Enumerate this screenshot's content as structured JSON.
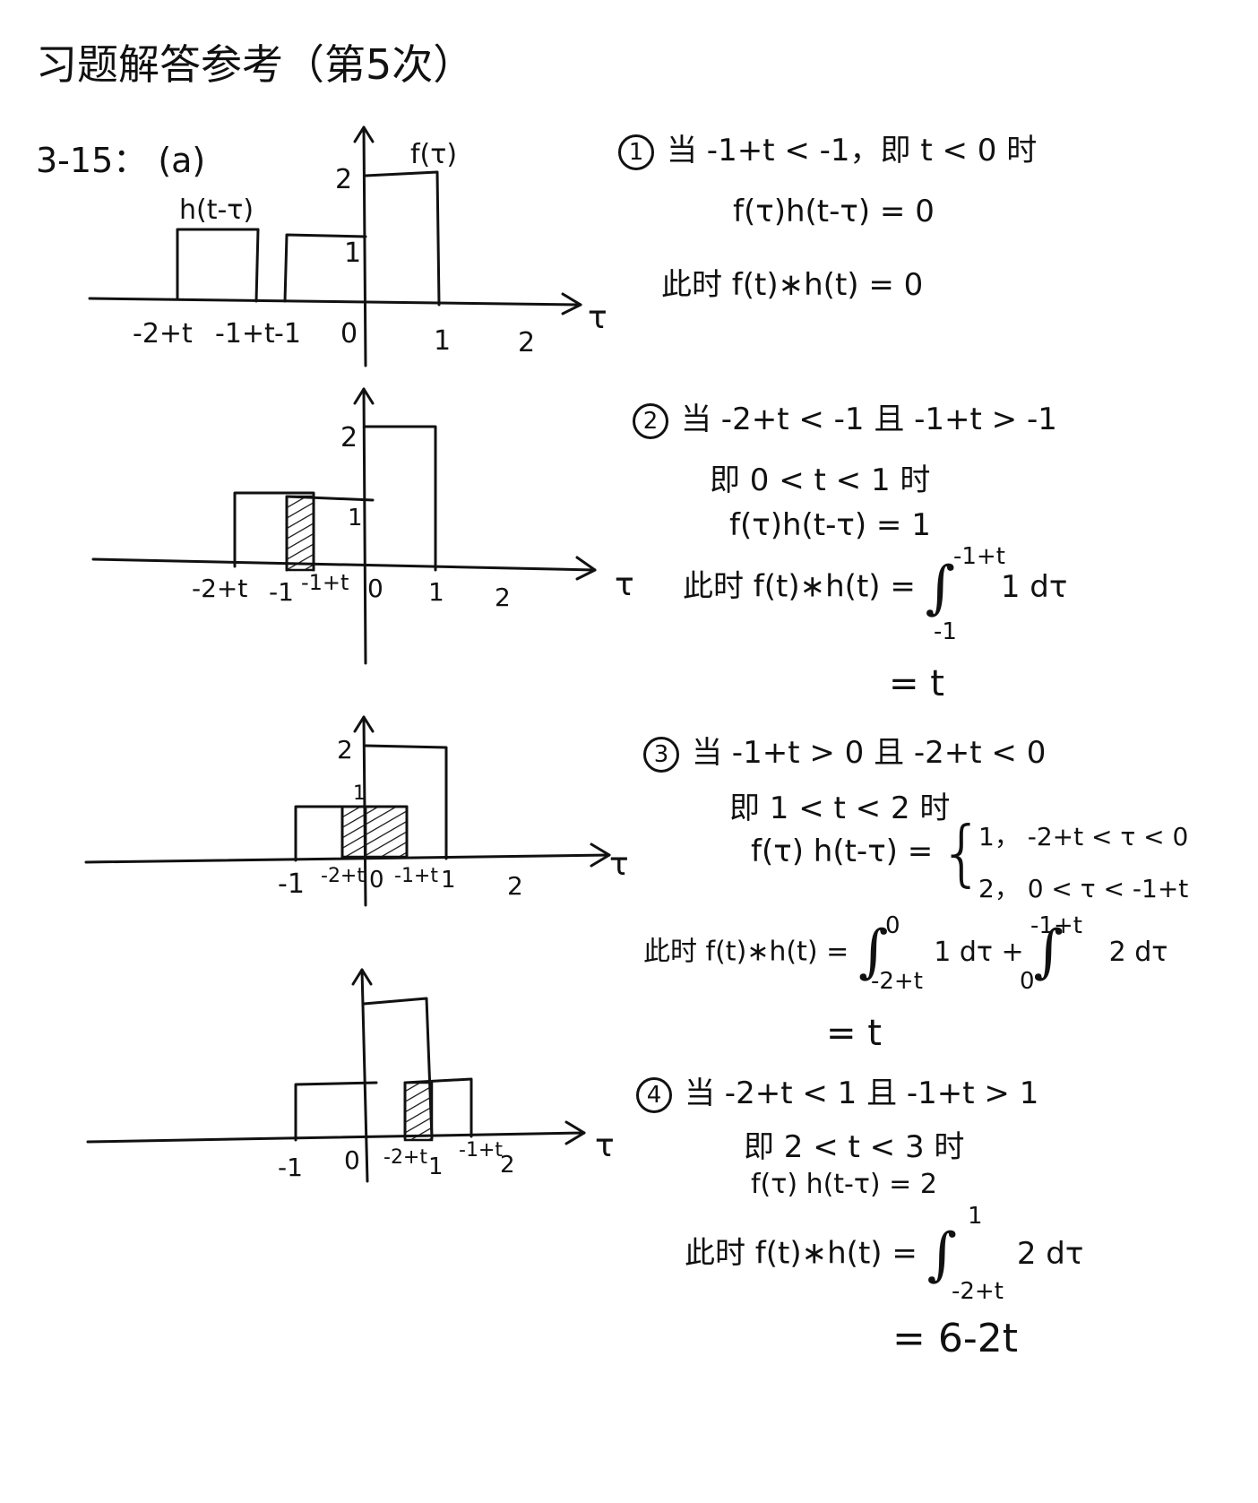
{
  "title": "习题解答参考（第5次）",
  "problem_label": "3-15：  (a)",
  "plot1": {
    "func_label": "f(τ)",
    "shift_label": "h(t-τ)",
    "y_ticks": [
      "2",
      "1"
    ],
    "x_ticks": [
      "-2+t",
      "-1+t",
      "-1",
      "0",
      "1",
      "2"
    ],
    "axis_label": "τ"
  },
  "plot2": {
    "y_ticks": [
      "2",
      "1"
    ],
    "x_ticks": [
      "-2+t",
      "-1",
      "-1+t",
      "0",
      "1",
      "2"
    ],
    "axis_label": "τ"
  },
  "plot3": {
    "y_ticks": [
      "2",
      "1"
    ],
    "x_ticks": [
      "-1",
      "-2+t",
      "0",
      "-1+t",
      "1",
      "2"
    ],
    "axis_label": "τ"
  },
  "plot4": {
    "x_ticks": [
      "-1",
      "0",
      "-2+t",
      "1",
      "-1+t",
      "2"
    ],
    "axis_label": "τ"
  },
  "case1": {
    "num": "1",
    "cond": "当  -1+t < -1，即  t < 0 时",
    "prod": "f(τ)h(t-τ) = 0",
    "result": "此时  f(t)∗h(t) = 0"
  },
  "case2": {
    "num": "2",
    "cond": "当 -2+t < -1 且  -1+t > -1",
    "range": "即 0 < t < 1  时",
    "prod": "f(τ)h(t-τ) = 1",
    "result_lhs": "此时  f(t)∗h(t) =",
    "int_upper": "-1+t",
    "int_lower": "-1",
    "integrand": "1 dτ",
    "eq": "= t"
  },
  "case3": {
    "num": "3",
    "cond": "当  -1+t > 0  且  -2+t < 0",
    "range": "即  1 < t < 2  时",
    "prod_lhs": "f(τ) h(t-τ) =",
    "piece1": "1，  -2+t < τ < 0",
    "piece2": "2，  0 < τ < -1+t",
    "result_lhs": "此时 f(t)∗h(t) =",
    "int1_upper": "0",
    "int1_lower": "-2+t",
    "integrand1": "1 dτ +",
    "int2_upper": "-1+t",
    "int2_lower": "0",
    "integrand2": "2 dτ",
    "eq": "= t"
  },
  "case4": {
    "num": "4",
    "cond": "当  -2+t < 1 且  -1+t > 1",
    "range": "即  2 < t < 3  时",
    "prod": "f(τ) h(t-τ) = 2",
    "result_lhs": "此时  f(t)∗h(t) =",
    "int_upper": "1",
    "int_lower": "-2+t",
    "integrand": "2 dτ",
    "eq": "= 6-2t"
  }
}
